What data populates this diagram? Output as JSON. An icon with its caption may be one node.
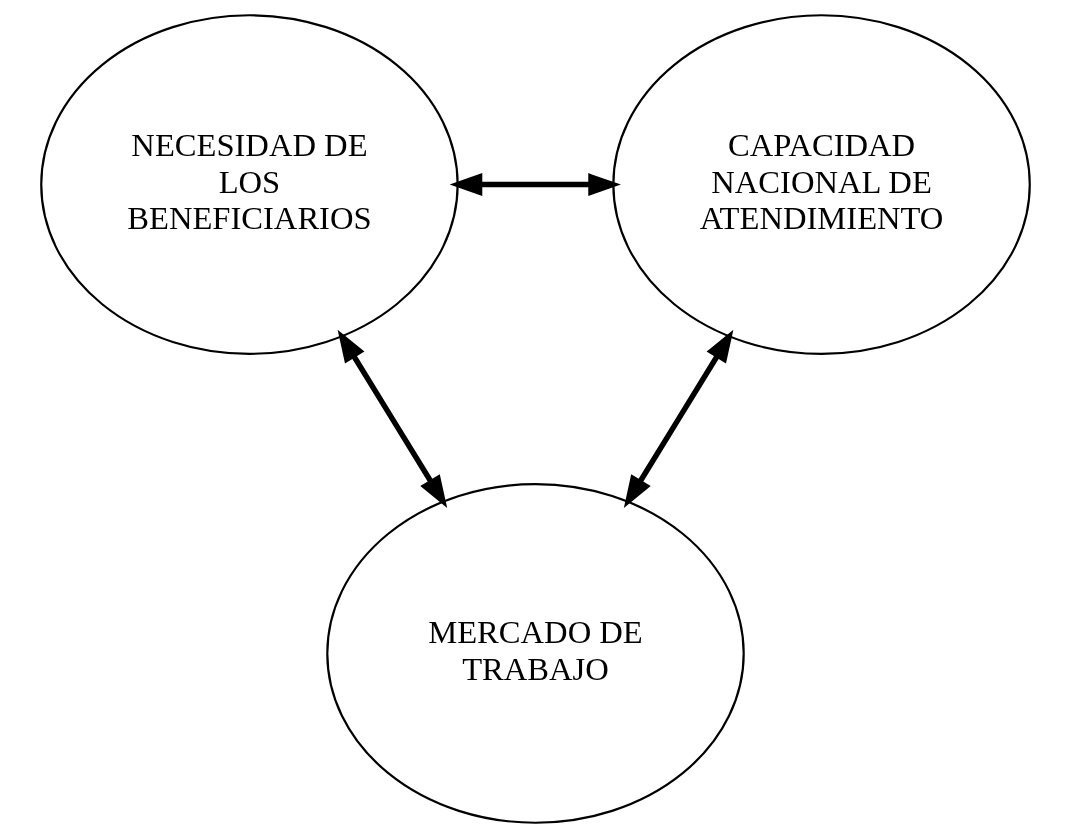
{
  "diagram": {
    "nodes": [
      {
        "text": [
          "NECESIDAD DE LOS BENEFICIARIOS"
        ]
      },
      {
        "text": [
          "CAPACIDAD NACIONAL DE ATENDIMIENTO"
        ]
      },
      {
        "text": [
          "MERCADO DE TRABAJO"
        ]
      }
    ],
    "edges": [
      {
        "from": 0,
        "to": 1,
        "arrow": "both"
      },
      {
        "from": 0,
        "to": 2,
        "arrow": "both"
      },
      {
        "from": 1,
        "to": 2,
        "arrow": "both"
      }
    ]
  }
}
